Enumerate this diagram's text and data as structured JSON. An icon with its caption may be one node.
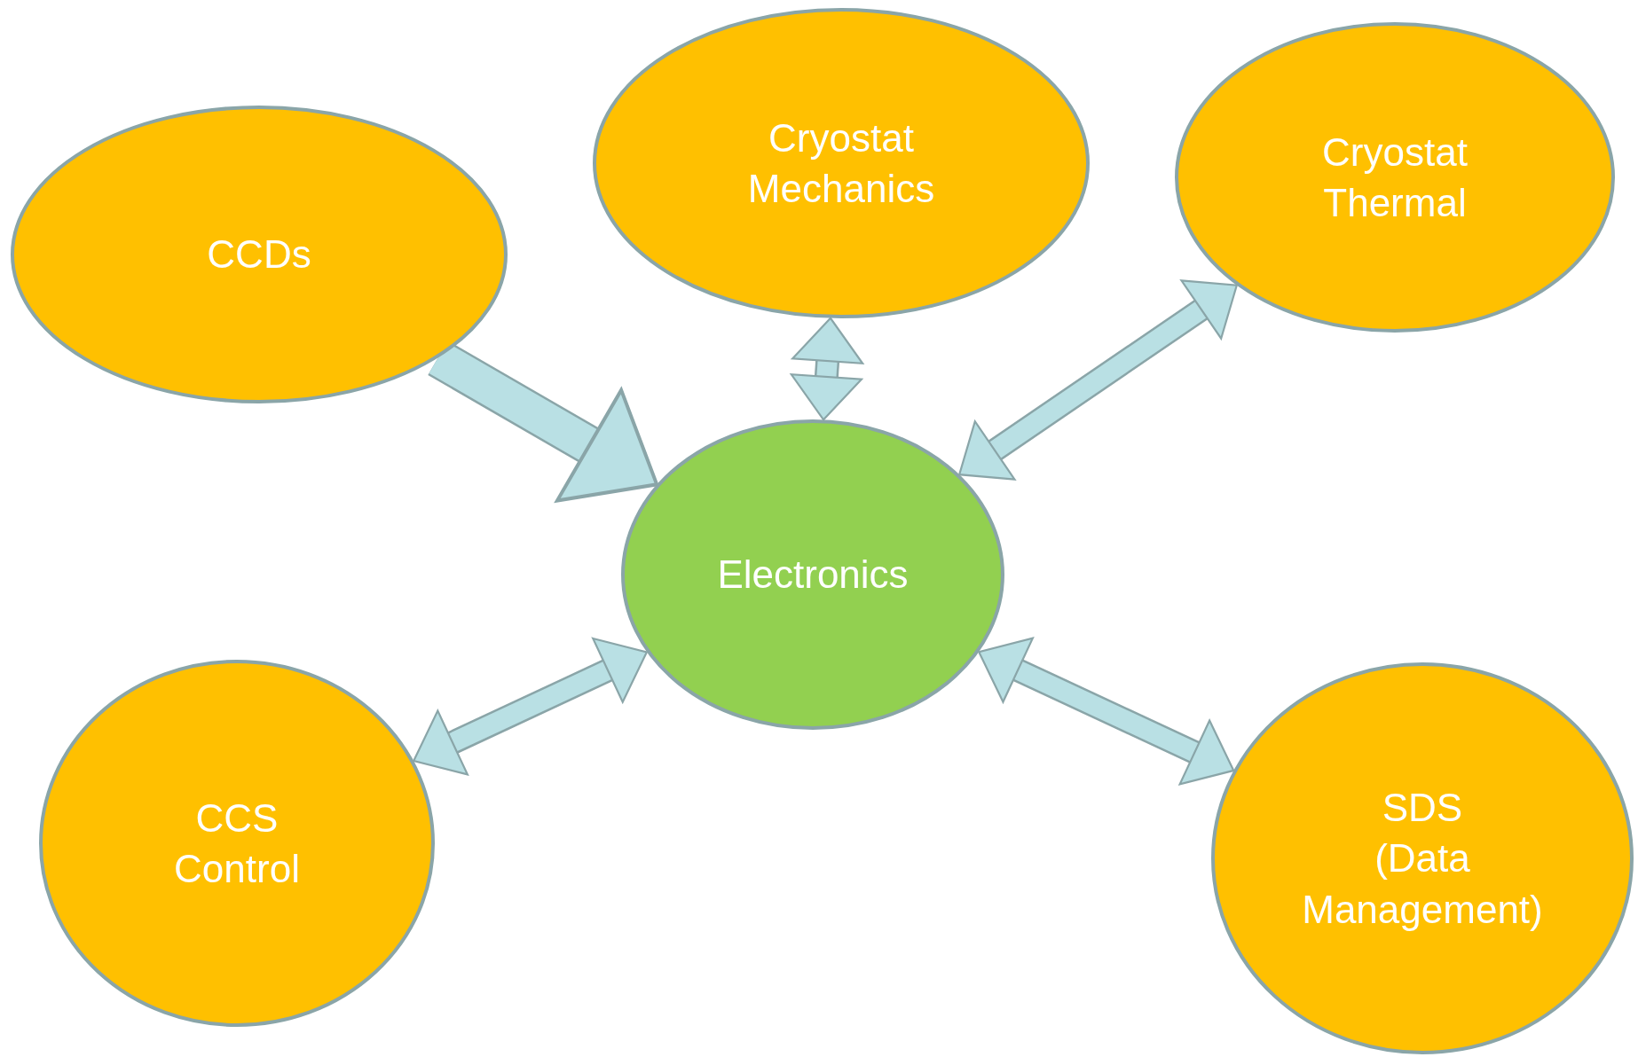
{
  "diagram": {
    "nodes": [
      {
        "text": [
          "CCDs"
        ]
      },
      {
        "text": [
          "Cryostat Mechanics"
        ]
      },
      {
        "text": [
          "Cryostat Thermal"
        ]
      },
      {
        "text": [
          "Electronics"
        ]
      },
      {
        "text": [
          "CCS Control"
        ]
      },
      {
        "text": [
          "SDS (Data Management)"
        ]
      }
    ],
    "edges": [
      {
        "from": 0,
        "to": 3,
        "arrow": "to",
        "style": "thick"
      },
      {
        "from": 3,
        "to": 1,
        "arrow": "both"
      },
      {
        "from": 3,
        "to": 2,
        "arrow": "both"
      },
      {
        "from": 3,
        "to": 4,
        "arrow": "both"
      },
      {
        "from": 3,
        "to": 5,
        "arrow": "both"
      }
    ]
  }
}
